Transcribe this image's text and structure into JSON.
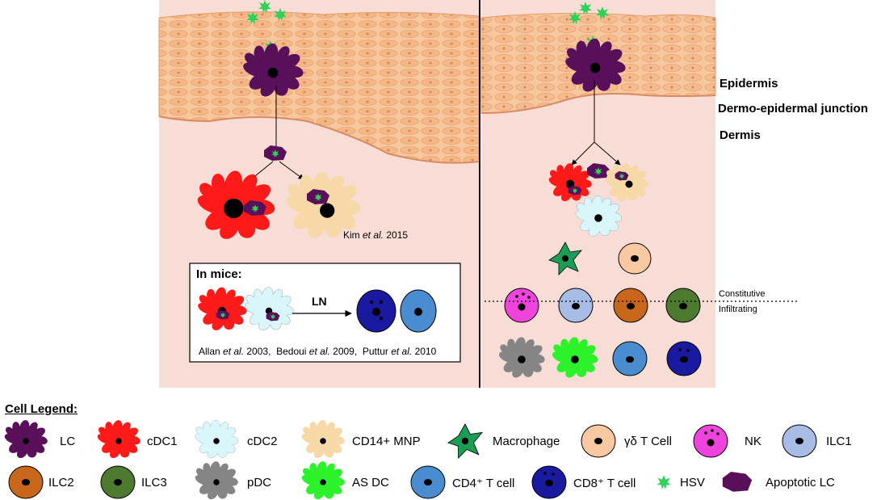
{
  "layers": {
    "epidermis": "Epidermis",
    "junction": "Dermo-epidermal junction",
    "dermis": "Dermis"
  },
  "references": {
    "kim_author": "Kim ",
    "kim_etal": "et al.",
    "kim_year": " 2015",
    "bottom": [
      {
        "author": "Allan ",
        "etal": "et al.",
        "year": " 2003,"
      },
      {
        "author": "Bedoui ",
        "etal": "et al.",
        "year": " 2009,"
      },
      {
        "author": "Puttur ",
        "etal": "et al.",
        "year": " 2010"
      }
    ]
  },
  "mice_box": {
    "title": "In mice:",
    "ln_label": "LN"
  },
  "divider_labels": {
    "constitutive": "Constitutive",
    "infiltrating": "Infiltrating"
  },
  "legend": {
    "title": "Cell Legend:",
    "row1": [
      {
        "label": "LC",
        "icon": "lc-icon"
      },
      {
        "label": "cDC1",
        "icon": "cdc1-icon"
      },
      {
        "label": "cDC2",
        "icon": "cdc2-icon"
      },
      {
        "label": "CD14+ MNP",
        "icon": "cd14-mnp-icon"
      },
      {
        "label": "Macrophage",
        "icon": "macrophage-icon"
      },
      {
        "label": "γδ T Cell",
        "icon": "gd-t-cell-icon"
      },
      {
        "label": "NK",
        "icon": "nk-icon"
      },
      {
        "label": "ILC1",
        "icon": "ilc1-icon"
      }
    ],
    "row2": [
      {
        "label": "ILC2",
        "icon": "ilc2-icon"
      },
      {
        "label": "ILC3",
        "icon": "ilc3-icon"
      },
      {
        "label": "pDC",
        "icon": "pdc-icon"
      },
      {
        "label": "AS DC",
        "icon": "as-dc-icon"
      },
      {
        "label": "CD4⁺ T cell",
        "icon": "cd4-t-cell-icon"
      },
      {
        "label": "CD8⁺ T cell",
        "icon": "cd8-t-cell-icon"
      },
      {
        "label": "HSV",
        "icon": "hsv-icon"
      },
      {
        "label": "Apoptotic LC",
        "icon": "apoptotic-lc-icon"
      }
    ]
  },
  "colors": {
    "lc": "#5a0f5a",
    "cdc1": "#ff1a1a",
    "cdc2": "#d9f6fa",
    "cd14_mnp": "#f6d9a6",
    "macrophage": "#1a9e55",
    "gd_t_cell": "#f8c8a0",
    "nk": "#ee44dd",
    "ilc1": "#a8bde6",
    "ilc2": "#c8661a",
    "ilc3": "#4e7a30",
    "pdc": "#858585",
    "as_dc": "#2cf22c",
    "cd4": "#4a8cd0",
    "cd8": "#1a1aa0",
    "hsv": "#2ed15a",
    "epidermis": "#f6c69a",
    "dermis": "#f7ddd5"
  }
}
